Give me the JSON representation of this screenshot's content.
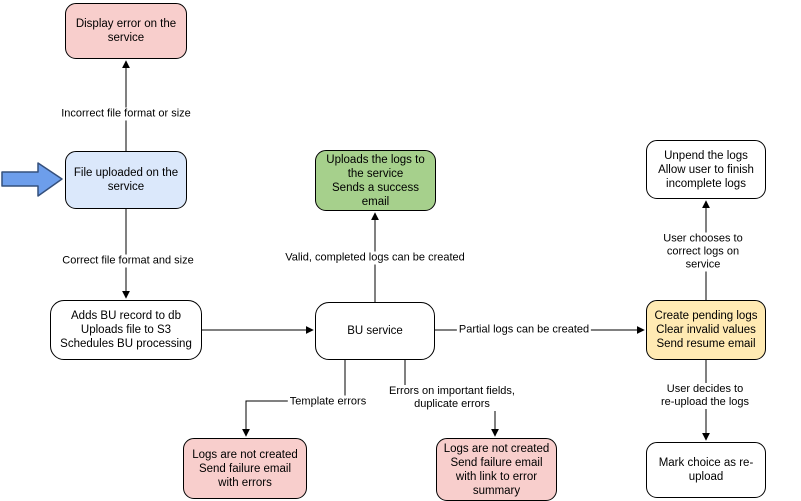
{
  "colors": {
    "stroke": "#000000",
    "node_white": "#ffffff",
    "node_pink": "#f8cecc",
    "node_blue": "#dbe8fb",
    "node_green": "#a6d08c",
    "node_yellow": "#ffeab3",
    "entry_arrow_blue": "#6d9eeb",
    "entry_arrow_stroke": "#35507c"
  },
  "nodes": {
    "display_error": "Display error on the\nservice",
    "file_uploaded": "File uploaded on the\nservice",
    "adds_bu_record": "Adds BU record to db\nUploads file to S3\nSchedules BU processing",
    "upload_success": "Uploads the logs to\nthe service\nSends a success\nemail",
    "bu_service": "BU service",
    "logs_not_created_errors": "Logs are not created\nSend failure email\nwith errors",
    "logs_not_created_summary": "Logs are not created\nSend failure email\nwith link to error\nsummary",
    "unpend_logs": "Unpend the logs\nAllow user to finish\nincomplete logs",
    "create_pending_logs": "Create pending logs\nClear invalid values\nSend resume email",
    "mark_reupload": "Mark choice as re-\nupload"
  },
  "edge_labels": {
    "incorrect_file": "Incorrect file format or size",
    "correct_file": "Correct file format and size",
    "valid_logs": "Valid, completed logs can be created",
    "partial_logs": "Partial logs can be created",
    "template_errors": "Template errors",
    "important_field_errors": "Errors on important fields,\nduplicate errors",
    "user_chooses_correct": "User chooses to correct logs on service",
    "user_decides_reupload": "User decides to re-upload the logs"
  }
}
